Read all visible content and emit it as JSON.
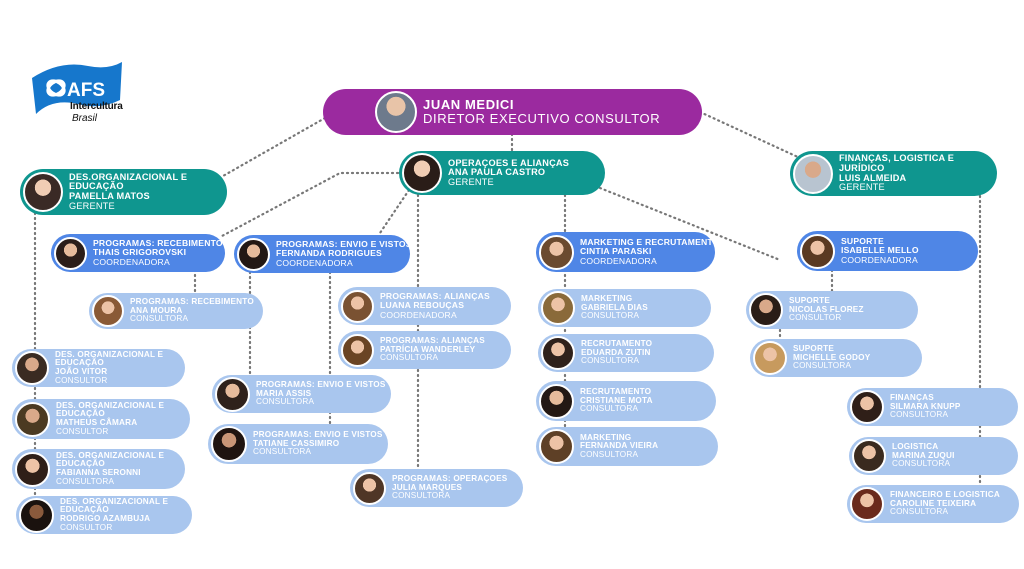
{
  "logo": {
    "brand": "AFS",
    "line1": "Intercultura",
    "line2": "Brasil",
    "color": "#1677cc"
  },
  "colors": {
    "director": "#9b2a9f",
    "manager": "#0f968f",
    "coordinator": "#4f86e6",
    "consultant": "#a9c6ee"
  },
  "director": {
    "name": "Juan Medici",
    "role": "Diretor Executivo Consultor"
  },
  "managers": {
    "des": {
      "lines": [
        "Des.Organizacional e",
        "Educação",
        "Pamella Matos"
      ],
      "role": "Gerente"
    },
    "ops": {
      "lines": [
        "Operações e Alianças",
        "Ana Paula Castro"
      ],
      "role": "Gerente"
    },
    "fin": {
      "lines": [
        "Finanças, Logística e",
        "Jurídico",
        "Luis Almeida"
      ],
      "role": "Gerente"
    }
  },
  "coordinators": {
    "receb": {
      "lines": [
        "Programas: Recebimento",
        "Thais Grigorovski"
      ],
      "role": "Coordenadora"
    },
    "envio": {
      "lines": [
        "Programas: Envio e Vistos",
        "Fernanda Rodrigues"
      ],
      "role": "Coordenadora"
    },
    "mkt": {
      "lines": [
        "Marketing e Recrutamento",
        "Cintia Paraski"
      ],
      "role": "Coordenadora"
    },
    "suporte": {
      "lines": [
        "Suporte",
        "Isabelle Mello"
      ],
      "role": "Coordenadora"
    },
    "aliancas": {
      "lines": [
        "Programas: Alianças",
        "Luana Rebouças"
      ],
      "role": "Coordenadora"
    }
  },
  "consultants": {
    "receb_ana": {
      "lines": [
        "Programas: Recebimento",
        "Ana Moura"
      ],
      "role": "Consultora"
    },
    "alianca_patricia": {
      "lines": [
        "Programas: Alianças",
        "Patrícia Wanderley"
      ],
      "role": "Consultora"
    },
    "envio_maria": {
      "lines": [
        "Programas: Envio e Vistos",
        "Maria Assis"
      ],
      "role": "Consultora"
    },
    "envio_tatiane": {
      "lines": [
        "Programas: Envio e Vistos",
        "Tatiane Cassimiro"
      ],
      "role": "Consultora"
    },
    "ops_julia": {
      "lines": [
        "Programas: Operações",
        "Julia Marques"
      ],
      "role": "Consultora"
    },
    "des_joao": {
      "lines": [
        "Des. Organizacional e",
        "Educação",
        "João Vitor"
      ],
      "role": "Consultor"
    },
    "des_matheus": {
      "lines": [
        "Des. Organizacional e",
        "Educação",
        "Matheus Câmara"
      ],
      "role": "Consultor"
    },
    "des_fabianna": {
      "lines": [
        "Des. Organizacional e",
        "Educação",
        "Fabianna Seronni"
      ],
      "role": "Consultora"
    },
    "des_rodrigo": {
      "lines": [
        "Des. Organizacional e",
        "Educação",
        "Rodrigo Azambuja"
      ],
      "role": "Consultor"
    },
    "mkt_gabriela": {
      "lines": [
        "Marketing",
        "Gabriela Dias"
      ],
      "role": "Consultora"
    },
    "rec_eduarda": {
      "lines": [
        "Recrutamento",
        "Eduarda Zutin"
      ],
      "role": "Consultora"
    },
    "rec_cristiane": {
      "lines": [
        "Recrutamento",
        "Cristiane Mota"
      ],
      "role": "Consultora"
    },
    "mkt_fernanda": {
      "lines": [
        "Marketing",
        "Fernanda Vieira"
      ],
      "role": "Consultora"
    },
    "sup_nicolas": {
      "lines": [
        "Suporte",
        "Nicolas Florez"
      ],
      "role": "Consultor"
    },
    "sup_michelle": {
      "lines": [
        "Suporte",
        "Michelle Godoy"
      ],
      "role": "Consultora"
    },
    "fin_silmara": {
      "lines": [
        "Finanças",
        "Silmara Knupp"
      ],
      "role": "Consultora"
    },
    "log_marina": {
      "lines": [
        "Logística",
        "Marina Zuqui"
      ],
      "role": "Consultora"
    },
    "finlog_caroline": {
      "lines": [
        "Financeiro e Logística",
        "Caroline Teixeira"
      ],
      "role": "Consultora"
    }
  }
}
